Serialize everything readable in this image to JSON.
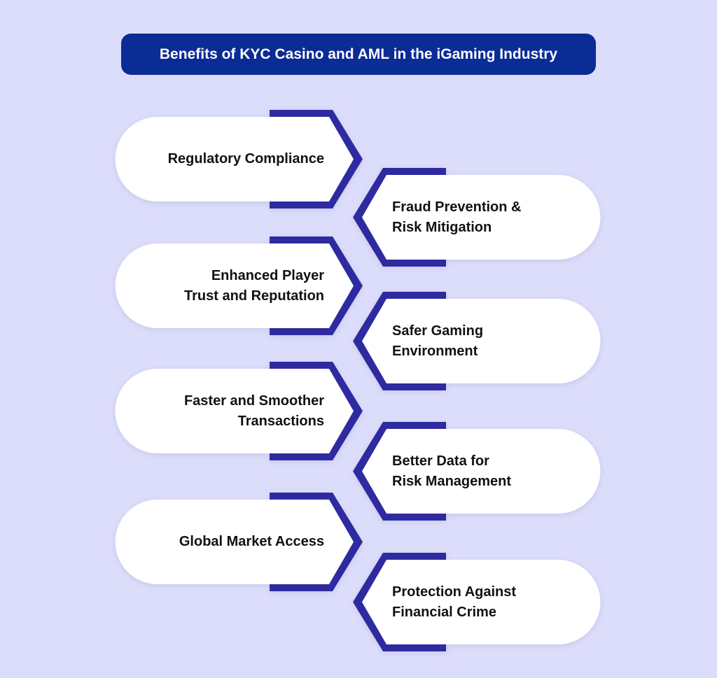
{
  "title": "Benefits of KYC Casino and AML in the iGaming Industry",
  "colors": {
    "background": "#dcddfa",
    "title_bg": "#0b2b95",
    "accent": "#2e2aa0",
    "card": "#ffffff"
  },
  "benefits": [
    {
      "lines": [
        "Regulatory Compliance"
      ]
    },
    {
      "lines": [
        "Fraud Prevention &",
        "Risk Mitigation"
      ]
    },
    {
      "lines": [
        "Enhanced Player",
        "Trust and Reputation"
      ]
    },
    {
      "lines": [
        "Safer Gaming",
        "Environment"
      ]
    },
    {
      "lines": [
        "Faster and Smoother",
        "Transactions"
      ]
    },
    {
      "lines": [
        "Better Data for",
        "Risk Management"
      ]
    },
    {
      "lines": [
        "Global Market Access"
      ]
    },
    {
      "lines": [
        "Protection Against",
        "Financial Crime"
      ]
    }
  ]
}
